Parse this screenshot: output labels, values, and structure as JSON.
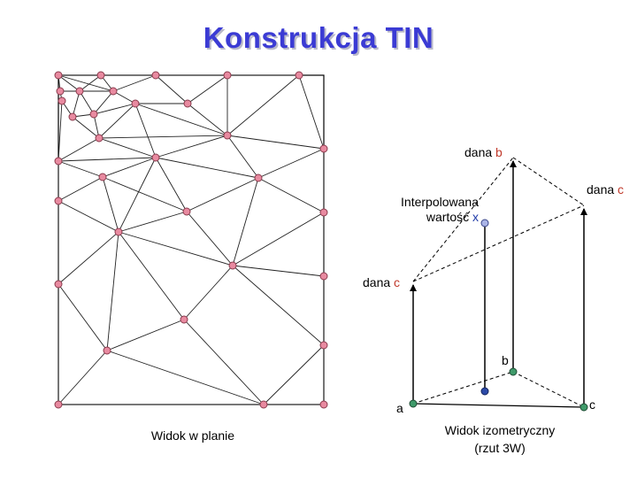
{
  "title": "Konstrukcja TIN",
  "plan_view": {
    "caption": "Widok w planie"
  },
  "isometric_view": {
    "caption_line1": "Widok izometryczny",
    "caption_line2": "(rzut 3W)",
    "top_b_prefix": "dana ",
    "top_b_letter": "b",
    "right_c_prefix": "dana ",
    "right_c_letter": "c",
    "interp_line1": "Interpolowana",
    "interp_line2_prefix": "wartość ",
    "interp_line2_letter": "x",
    "left_c_prefix": "dana ",
    "left_c_letter": "c",
    "base_a": "a",
    "base_b": "b",
    "base_c": "c"
  },
  "colors": {
    "title": "#3b3bd4",
    "node_fill": "#e88aa0",
    "node_stroke": "#8a3a4c",
    "green_point": "#3f9a6a",
    "blue_point": "#2c4aa8",
    "label_red": "#c0392b",
    "label_blue": "#1f3aa8"
  }
}
